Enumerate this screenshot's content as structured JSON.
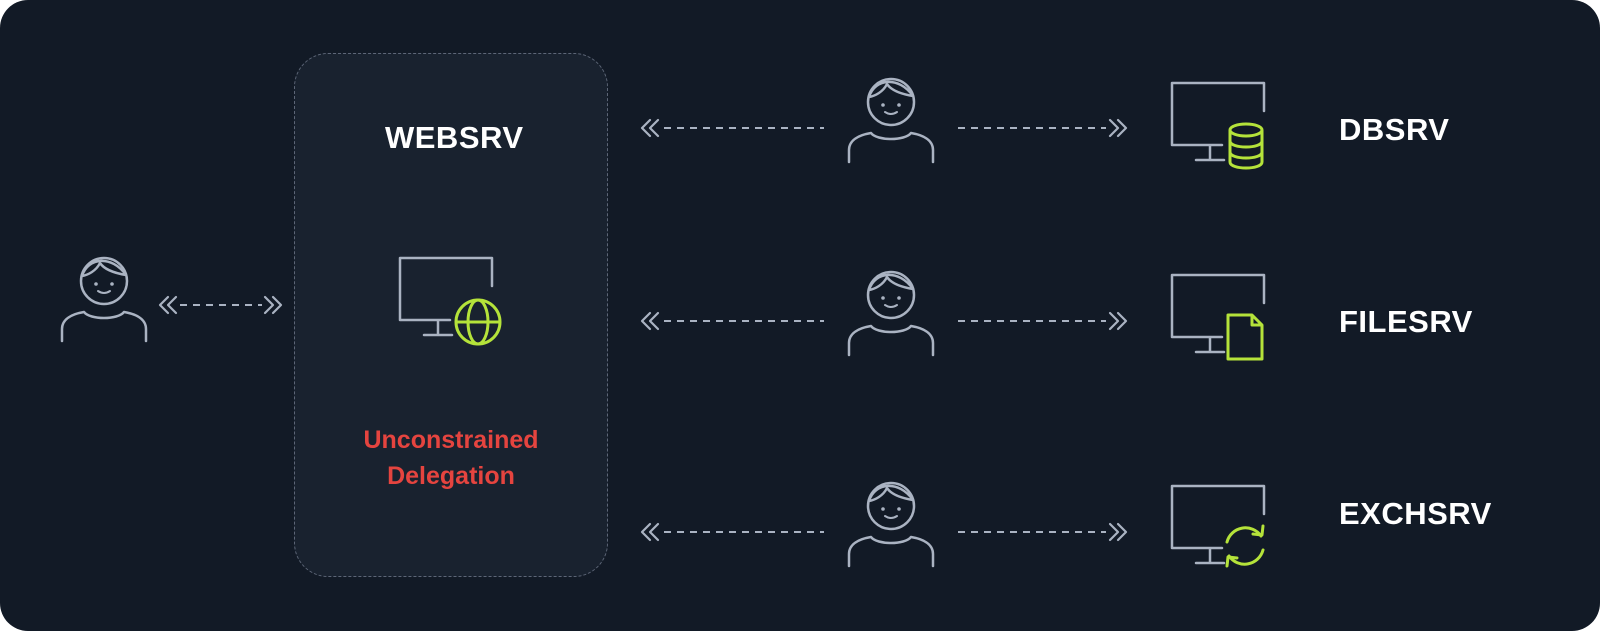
{
  "webserver": {
    "title": "WEBSRV",
    "delegation_line1": "Unconstrained",
    "delegation_line2": "Delegation"
  },
  "servers": [
    {
      "label": "DBSRV",
      "icon": "database-icon"
    },
    {
      "label": "FILESRV",
      "icon": "file-icon"
    },
    {
      "label": "EXCHSRV",
      "icon": "sync-icon"
    }
  ],
  "colors": {
    "background": "#121a26",
    "panel": "#19222f",
    "line": "#aab3c2",
    "accent": "#b5e33a",
    "warning": "#e5443f"
  }
}
